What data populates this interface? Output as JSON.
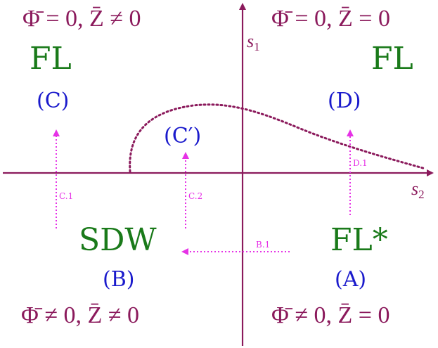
{
  "colors": {
    "axis": "#8b1a5c",
    "phase": "#1a7a1a",
    "region": "#1a1acc",
    "path": "#e632e6",
    "boundary": "#8b1a5c"
  },
  "axes": {
    "vertical_label": {
      "var": "s",
      "sub": "1"
    },
    "horizontal_label": {
      "var": "s",
      "sub": "2"
    }
  },
  "quadrants": {
    "top_left": {
      "condition": "Φ̄ = 0, Z̄ ≠ 0",
      "phase": "FL",
      "region": "(C)"
    },
    "top_right": {
      "condition": "Φ̄ = 0, Z̄ = 0",
      "phase": "FL",
      "region": "(D)"
    },
    "bottom_left": {
      "condition": "Φ̄ ≠ 0, Z̄ ≠ 0",
      "phase": "SDW",
      "region": "(B)"
    },
    "bottom_right": {
      "condition": "Φ̄ ≠ 0, Z̄ = 0",
      "phase": "FL*",
      "region": "(A)"
    }
  },
  "sub_region": "(C′)",
  "paths": {
    "c1": "C.1",
    "c2": "C.2",
    "d1": "D.1",
    "b1": "B.1"
  }
}
